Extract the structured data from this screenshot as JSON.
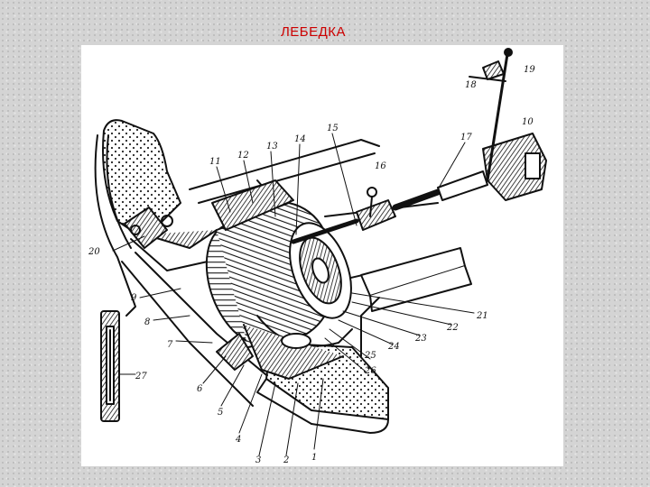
{
  "slide": {
    "title": "ЛЕБЕДКА",
    "title_color": "#cc0000",
    "background_color": "#d4d4d4"
  },
  "figure": {
    "subject": "winch",
    "style": "black-and-white line drawing",
    "callouts": [
      "1",
      "2",
      "3",
      "4",
      "5",
      "6",
      "7",
      "8",
      "9",
      "10",
      "11",
      "12",
      "13",
      "14",
      "15",
      "16",
      "17",
      "18",
      "19",
      "20",
      "21",
      "22",
      "23",
      "24",
      "25",
      "26",
      "27"
    ]
  }
}
